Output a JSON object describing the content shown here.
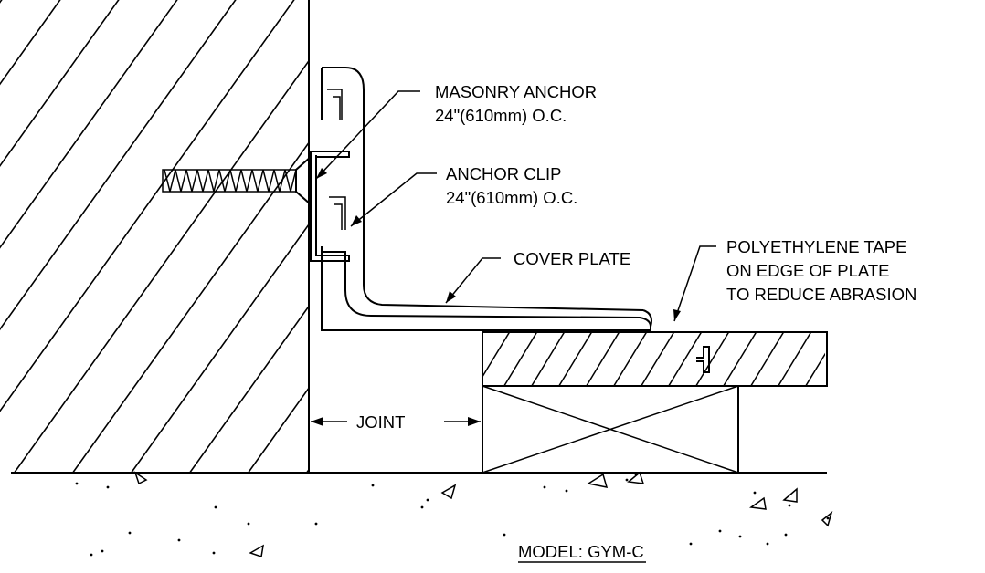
{
  "drawing": {
    "callouts": {
      "masonry_anchor": [
        "MASONRY ANCHOR",
        "24\"(610mm) O.C."
      ],
      "anchor_clip": [
        "ANCHOR CLIP",
        "24\"(610mm) O.C."
      ],
      "cover_plate": [
        "COVER PLATE"
      ],
      "poly_tape": [
        "POLYETHYLENE TAPE",
        "ON EDGE OF PLATE",
        "TO REDUCE ABRASION"
      ]
    },
    "joint_label": "JOINT",
    "model_label": "MODEL: GYM-C"
  },
  "colors": {
    "line": "#000000",
    "background": "#ffffff"
  }
}
